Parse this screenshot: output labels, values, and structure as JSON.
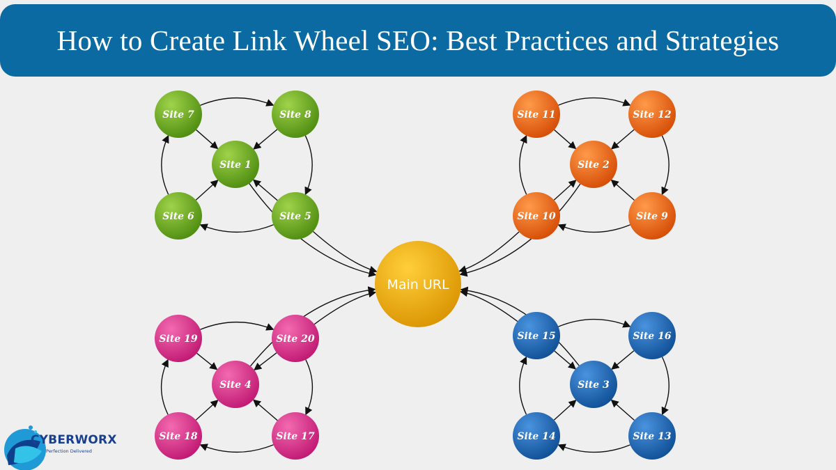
{
  "header": {
    "title": "How to Create Link Wheel SEO: Best Practices and Strategies"
  },
  "center": {
    "label": "Main URL",
    "color": "#f0a800"
  },
  "colors": {
    "green": "#6cab1c",
    "orange": "#f2660e",
    "pink": "#e02a88",
    "blue": "#1d6ab8",
    "banner": "#0b6aa2"
  },
  "clusters": [
    {
      "id": "top-left",
      "color": "green",
      "hub": "Site 1",
      "corners": {
        "tl": "Site 7",
        "tr": "Site 8",
        "br": "Site 5",
        "bl": "Site 6"
      }
    },
    {
      "id": "top-right",
      "color": "orange",
      "hub": "Site 2",
      "corners": {
        "tl": "Site 11",
        "tr": "Site 12",
        "br": "Site 9",
        "bl": "Site 10"
      }
    },
    {
      "id": "bottom-left",
      "color": "pink",
      "hub": "Site 4",
      "corners": {
        "tl": "Site 19",
        "tr": "Site 20",
        "br": "Site 17",
        "bl": "Site 18"
      }
    },
    {
      "id": "bottom-right",
      "color": "blue",
      "hub": "Site 3",
      "corners": {
        "tl": "Site 15",
        "tr": "Site 16",
        "br": "Site 13",
        "bl": "Site 14"
      }
    }
  ],
  "logo": {
    "name": "CYBERWORX",
    "tagline": "Perfection Delivered",
    "icon": "cyberworx-logo-icon"
  }
}
